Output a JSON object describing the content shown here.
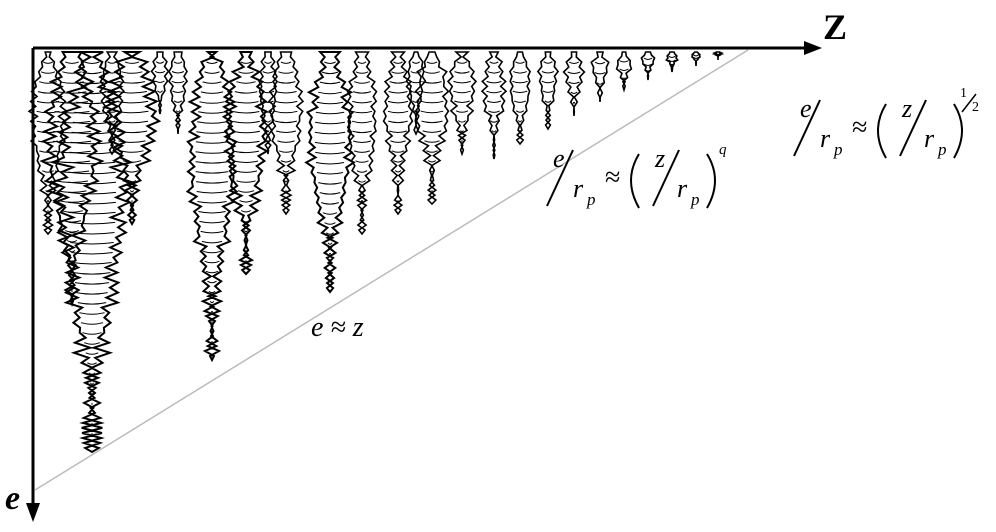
{
  "axes": {
    "horizontal_label": "Z",
    "vertical_label": "e"
  },
  "equations": {
    "linear": "e ≈ z",
    "power_q": {
      "lhs_num": "e",
      "lhs_den": "r",
      "lhs_den_sub": "p",
      "approx": "≈",
      "rhs_num": "z",
      "rhs_den": "r",
      "rhs_den_sub": "p",
      "exponent": "q"
    },
    "power_half": {
      "lhs_num": "e",
      "lhs_den": "r",
      "lhs_den_sub": "p",
      "approx": "≈",
      "rhs_num": "z",
      "rhs_den": "r",
      "rhs_den_sub": "p",
      "exponent_num": "1",
      "exponent_den": "2"
    }
  },
  "colors": {
    "ink": "#000000",
    "background": "#ffffff",
    "guide_line": "#bbbbbb"
  }
}
